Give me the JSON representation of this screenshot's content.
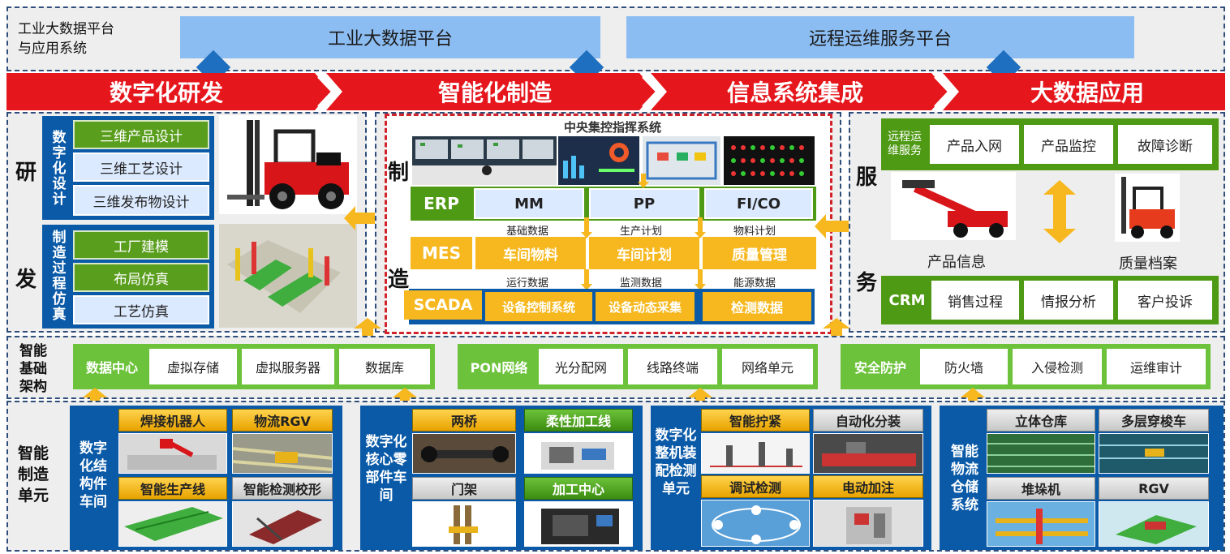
{
  "top": {
    "side_label": "工业大数据平台与应用系统",
    "platform_1": "工业大数据平台",
    "platform_2": "远程运维服务平台"
  },
  "arrows": [
    "数字化研发",
    "智能化制造",
    "信息系统集成",
    "大数据应用"
  ],
  "rd": {
    "side_char_1": "研",
    "side_char_2": "发",
    "group_1_label": "数字化设计",
    "group_1_items": [
      "三维产品设计",
      "三维工艺设计",
      "三维发布物设计"
    ],
    "group_2_label": "制造过程仿真",
    "group_2_items": [
      "工厂建模",
      "布局仿真",
      "工艺仿真"
    ]
  },
  "mfg": {
    "side_char_1": "制",
    "side_char_2": "造",
    "central_title": "中央集控指挥系统",
    "erp_label": "ERP",
    "erp_items": [
      "MM",
      "PP",
      "FI/CO"
    ],
    "mes_label": "MES",
    "mes_top_labels": [
      "基础数据",
      "生产计划",
      "物料计划"
    ],
    "mes_items": [
      "车间物料",
      "车间计划",
      "质量管理"
    ],
    "mid_labels": [
      "运行数据",
      "监测数据",
      "能源数据"
    ],
    "scada_label": "SCADA",
    "scada_items": [
      "设备控制系统",
      "设备动态采集",
      "检测数据"
    ]
  },
  "svc": {
    "side_char_1": "服",
    "side_char_2": "务",
    "remote_label": "远程运维服务",
    "remote_items": [
      "产品入网",
      "产品监控",
      "故障诊断"
    ],
    "info_label_1": "产品信息",
    "info_label_2": "质量档案",
    "crm_label": "CRM",
    "crm_items": [
      "销售过程",
      "情报分析",
      "客户投诉"
    ]
  },
  "infra": {
    "side_label": "智能基础架构",
    "group_1_label": "数据中心",
    "group_1_items": [
      "虚拟存储",
      "虚拟服务器",
      "数据库"
    ],
    "group_2_label": "PON网络",
    "group_2_items": [
      "光分配网",
      "线路终端",
      "网络单元"
    ],
    "group_3_label": "安全防护",
    "group_3_items": [
      "防火墙",
      "入侵检测",
      "运维审计"
    ]
  },
  "units": {
    "side_label": "智能制造单元",
    "u1_label": "数字化结构件车间",
    "u1_tabs": [
      "焊接机器人",
      "物流RGV",
      "智能生产线",
      "智能检测校形"
    ],
    "u2_label": "数字化核心零部件车间",
    "u2_tabs": [
      "两桥",
      "柔性加工线",
      "门架",
      "加工中心"
    ],
    "u3_label": "数字化整机装配检测单元",
    "u3_tabs": [
      "智能拧紧",
      "自动化分装",
      "调试检测",
      "电动加注"
    ],
    "u4_label": "智能物流仓储系统",
    "u4_tabs": [
      "立体仓库",
      "多层穿梭车",
      "堆垛机",
      "RGV"
    ]
  },
  "colors": {
    "blue_dark": "#0a5aa8",
    "green": "#4f9a14",
    "yellow": "#f6b81e",
    "red": "#e5161c",
    "light_blue": "#8cbdf2"
  }
}
